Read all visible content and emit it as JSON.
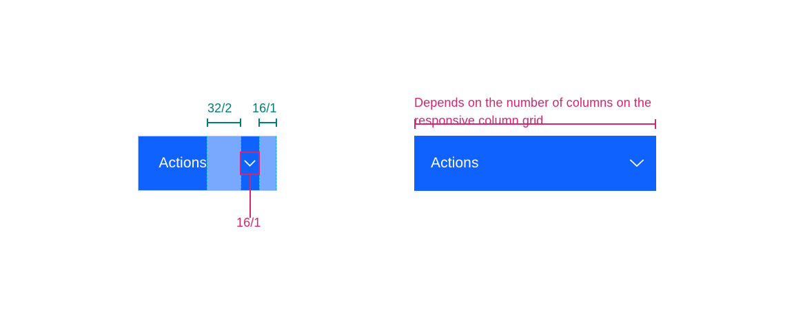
{
  "left_spec": {
    "measurements": [
      {
        "id": "gap-32",
        "label": "32/2"
      },
      {
        "id": "gap-16",
        "label": "16/1"
      }
    ],
    "button": {
      "label": "Actions",
      "icon": "chevron-down-icon"
    },
    "callout": {
      "label": "16/1"
    },
    "colors": {
      "button_blue": "#0f62fe",
      "spacing_blue": "#78a9ff",
      "spacing_dash": "#08bdba",
      "measure_teal": "#007d79",
      "callout_magenta": "#d12771",
      "button_outline": "#a6c8ff",
      "label_white": "#ffffff"
    }
  },
  "right_spec": {
    "note": "Depends on the number of columns on the responsive column grid",
    "button": {
      "label": "Actions",
      "icon": "chevron-down-icon"
    },
    "colors": {
      "button_blue": "#0f62fe",
      "note_magenta": "#d12771"
    }
  }
}
